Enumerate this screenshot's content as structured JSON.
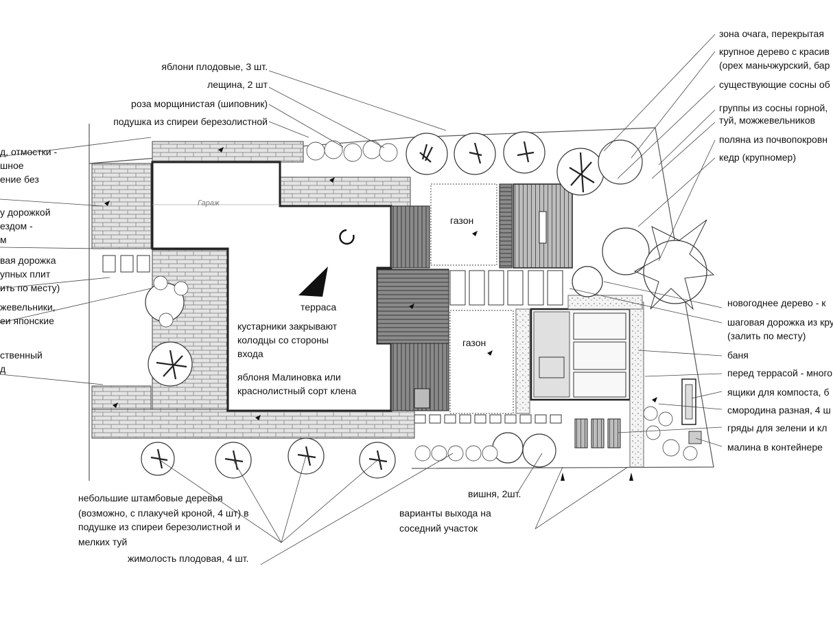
{
  "left_labels": [
    "д, отмостки -",
    "шное",
    "ение без",
    "у дорожкой",
    "ездом -",
    "м",
    "вая дорожка",
    "упных плит",
    "ить по месту)",
    "жевельники,",
    "еи японские",
    "ственный",
    "д"
  ],
  "top_labels": {
    "apples": "яблони плодовые, 3 шт.",
    "hazel": "лещина, 2 шт",
    "rose": "роза морщинистая (шиповник)",
    "spiraea": "подушка из спиреи березолистной"
  },
  "right_labels": {
    "hearth": "зона очага, перекрытая",
    "big_tree_1": "крупное дерево с красив",
    "big_tree_2": "(орех маньчжурский, бар",
    "pines_existing": "существующие сосны об",
    "groups_1": "группы из сосны горной,",
    "groups_2": "туй, можжевельников",
    "ground_cover": "поляна из почвопокровн",
    "cedar": "кедр (крупномер)",
    "new_year_tree": "новогоднее дерево - к",
    "step_path_1": "шаговая дорожка из круп",
    "step_path_2": "(залить по месту)",
    "bath": "баня",
    "before_terrace": "перед террасой - много",
    "compost": "ящики для компоста, б",
    "currant": "смородина разная, 4 ш",
    "beds": "гряды для зелени и кл",
    "raspberry": "малина в контейнере"
  },
  "center_labels": {
    "garage": "Гараж",
    "terrace": "терраса",
    "shrubs_1": "кустарники закрывают",
    "shrubs_2": "колодцы со стороны",
    "shrubs_3": "входа",
    "apple_1": "яблоня Малиновка или",
    "apple_2": "краснолистный сорт клена",
    "lawn_1": "газон",
    "lawn_2": "газон"
  },
  "bottom_labels": {
    "standard_1": "небольшие штамбовые деревья",
    "standard_2": "(возможно, с плакучей кроной, 4 шт) в",
    "standard_3": "подушке из спиреи березолистной и",
    "standard_4": "мелких туй",
    "honeysuckle": "жимолость плодовая, 4 шт.",
    "cherry": "вишня, 2шт.",
    "exit_1": "варианты выхода на",
    "exit_2": "соседний участок"
  },
  "colors": {
    "ink": "#111111",
    "wall": "#333333",
    "paving": "#cfcfcf",
    "deck": "#6e6e6e",
    "house": "#ffffff"
  }
}
